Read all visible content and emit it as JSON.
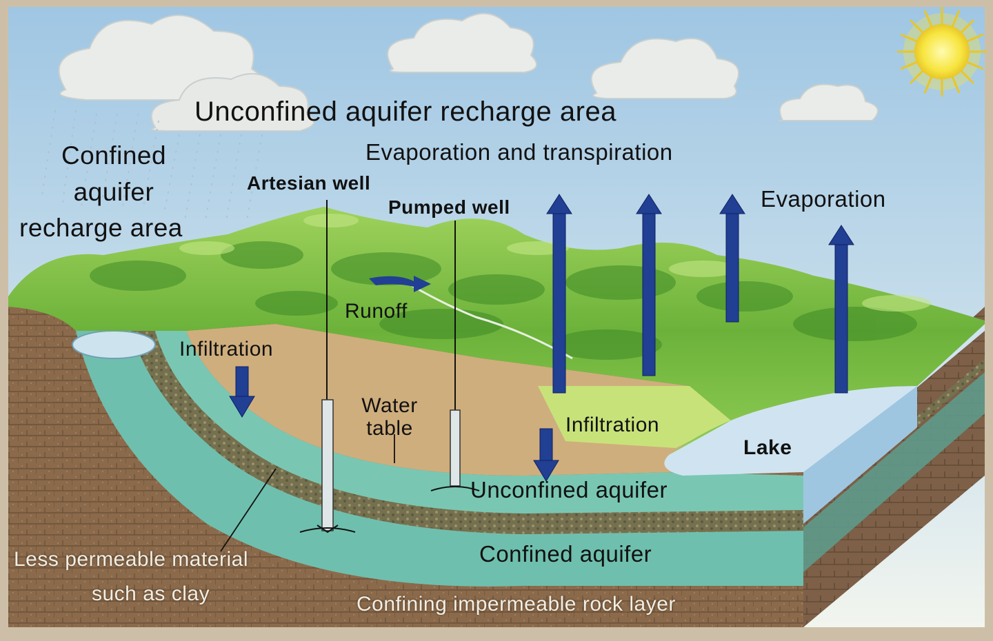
{
  "labels": {
    "unconfined_recharge": "Unconfined aquifer recharge area",
    "confined_recharge_1": "Confined",
    "confined_recharge_2": "aquifer",
    "confined_recharge_3": "recharge area",
    "evap_transpiration": "Evaporation and transpiration",
    "artesian_well": "Artesian well",
    "pumped_well": "Pumped well",
    "evaporation": "Evaporation",
    "runoff": "Runoff",
    "infiltration_left": "Infiltration",
    "water_table_1": "Water",
    "water_table_2": "table",
    "infiltration_right": "Infiltration",
    "lake": "Lake",
    "unconfined_aquifer": "Unconfined aquifer",
    "confined_aquifer": "Confined aquifer",
    "less_permeable_1": "Less permeable material",
    "less_permeable_2": "such as clay",
    "confining_layer": "Confining impermeable rock layer"
  },
  "colors": {
    "sky_top": "#9fc6e3",
    "sky_bottom": "#f2f5ee",
    "grass_light": "#b4dd72",
    "grass_dark": "#4f9a2c",
    "soil": "#8b6a4b",
    "sand": "#cfae7d",
    "aquifer": "#6fbfae",
    "lake": "#cfe4f0",
    "arrow": "#213f93",
    "sun": "#f7e53f"
  },
  "icons": [
    "sun-icon",
    "cloud-icon",
    "rain-icon",
    "arrow-up-icon",
    "arrow-down-icon",
    "well-icon"
  ]
}
